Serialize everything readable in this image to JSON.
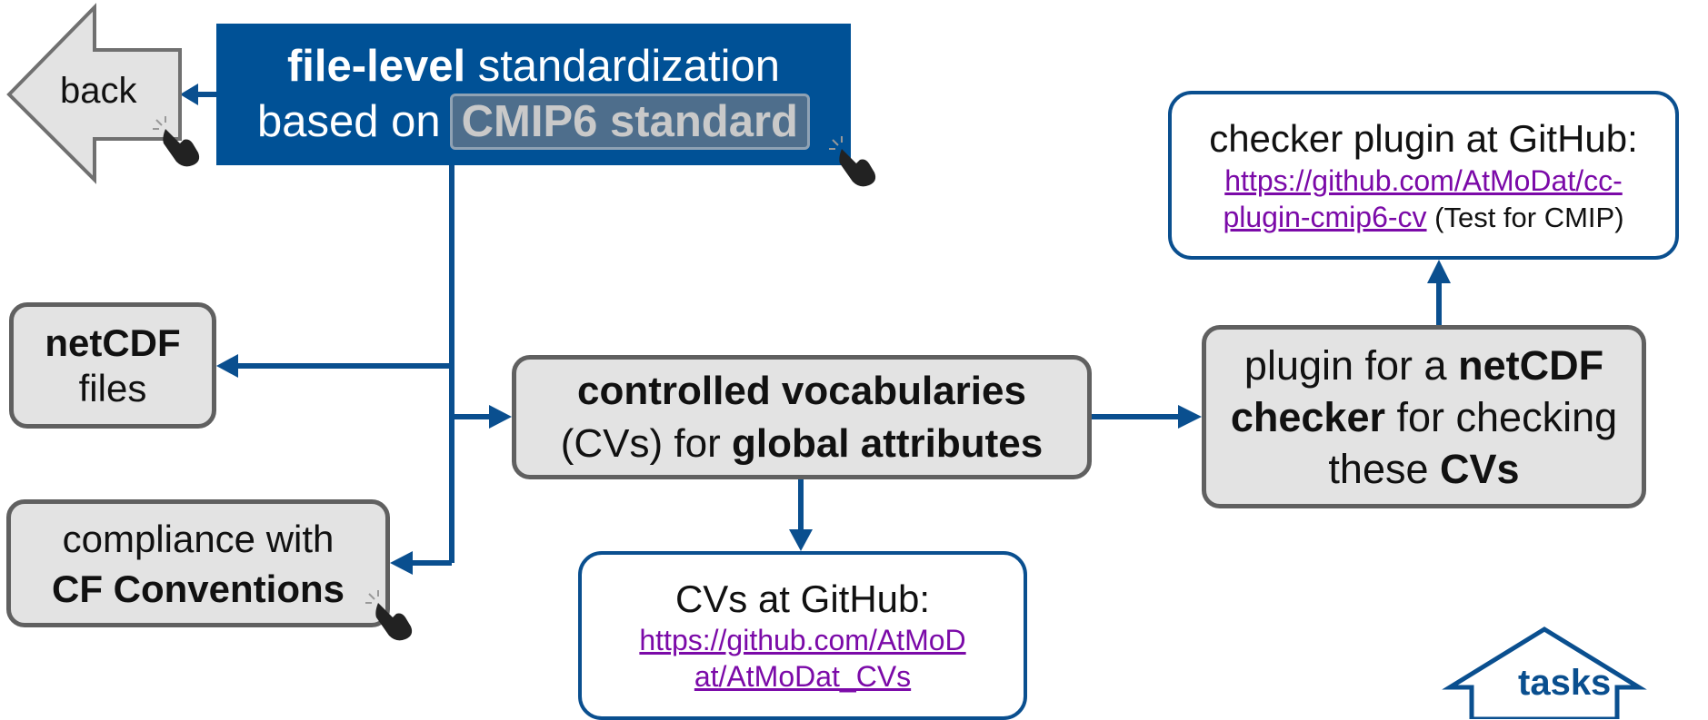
{
  "title": {
    "line1_bold": "file-level",
    "line1_rest": " standardization",
    "line2_prefix": "based on",
    "cmip_button": "CMIP6 standard"
  },
  "nav": {
    "back_label": "back",
    "tasks_label": "tasks"
  },
  "netcdf_box": {
    "bold": "netCDF",
    "rest": "files"
  },
  "cf_box": {
    "line1": "compliance with",
    "line2_bold": "CF Conventions"
  },
  "cv_box": {
    "line1_bold": "controlled vocabularies",
    "line2_prefix": "(CVs) for ",
    "line2_bold": "global attributes"
  },
  "plugin_box": {
    "line1_prefix": "plugin for a ",
    "line1_bold": "netCDF",
    "line2_bold": "checker",
    "line2_rest": " for checking",
    "line3_prefix": "these ",
    "line3_bold": "CVs"
  },
  "cv_github": {
    "title": "CVs at GitHub:",
    "link_line1": "https://github.com/AtMoD",
    "link_line2": "at/AtMoDat_CVs"
  },
  "checker_github": {
    "title": "checker plugin at GitHub:",
    "link_line1": "https://github.com/AtMoDat/cc-",
    "link_line2": "plugin-cmip6-cv",
    "note": " (Test for CMIP)"
  },
  "colors": {
    "navy": "#005196",
    "arrow_blue": "#0a4f8f",
    "box_fill": "#e3e3e3",
    "box_border": "#606060",
    "link_purple": "#7b0aa8"
  }
}
